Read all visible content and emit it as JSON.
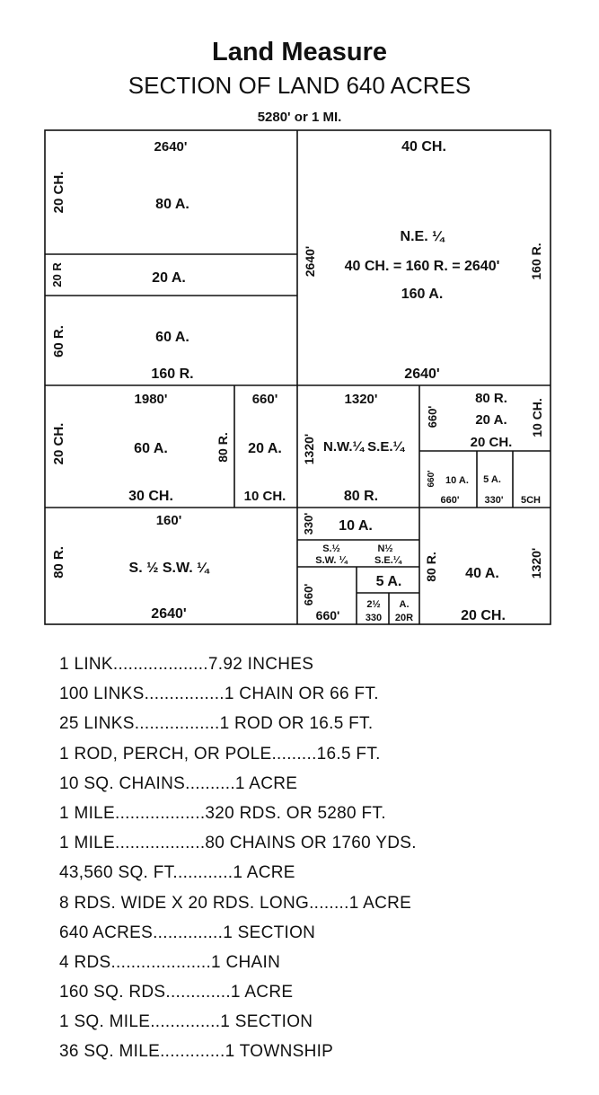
{
  "title": "Land Measure",
  "subtitle": "SECTION OF LAND 640 ACRES",
  "top_label": "5280' or 1 MI.",
  "diagram": {
    "nw_top": "2640'",
    "nw_side_20ch": "20 CH.",
    "nw_80a": "80 A.",
    "nw_20r": "20 R",
    "nw_20a": "20 A.",
    "nw_60r": "60 R.",
    "nw_60a": "60 A.",
    "nw_160r": "160 R.",
    "ne_40ch": "40 CH.",
    "ne_label": "N.E. ¼",
    "ne_eq": "40 CH. = 160 R. = 2640'",
    "ne_160a": "160 A.",
    "ne_side_left": "2640'",
    "ne_side_right": "160 R.",
    "ne_bottom": "2640'",
    "sw_1980": "1980'",
    "sw_660": "660'",
    "sw_20ch": "20 CH.",
    "sw_60a": "60 A.",
    "sw_80r": "80 R.",
    "sw_20a": "20 A.",
    "sw_30ch": "30 CH.",
    "sw_10ch": "10 CH.",
    "c_1320": "1320'",
    "c_1320_side": "1320'",
    "c_nwse": "N.W.¼ S.E.¼",
    "c_80r": "80 R.",
    "c_660_side": "660'",
    "c_80r_top": "80 R.",
    "c_20a": "20 A.",
    "c_20ch": "20 CH.",
    "c_10ch": "10 CH.",
    "c_660_small": "660'",
    "c_10a": "10 A.",
    "c_660_bottom": "660'",
    "c_5a": "5 A.",
    "c_330": "330'",
    "c_5ch": "5CH",
    "ss_160": "160'",
    "ss_80r": "80 R.",
    "ss_label": "S. ½ S.W. ¼",
    "ss_2640": "2640'",
    "m_330_side": "330'",
    "m_10a": "10 A.",
    "m_s_half": "S.½",
    "m_sw_q": "S.W. ¼",
    "m_n_half": "N½",
    "m_se_q": "S.E.¼",
    "m_660_side": "660'",
    "m_5a": "5 A.",
    "m_660_bottom": "660'",
    "m_2half": "2½",
    "m_330": "330",
    "m_a": "A.",
    "m_20r": "20R",
    "se_80r": "80 R.",
    "se_40a": "40 A.",
    "se_1320": "1320'",
    "se_20ch": "20 CH."
  },
  "measures": [
    "1 LINK...................7.92 INCHES",
    "100 LINKS................1 CHAIN OR 66 FT.",
    "25 LINKS.................1 ROD OR 16.5 FT.",
    "1 ROD, PERCH, OR POLE.........16.5 FT.",
    "10 SQ. CHAINS..........1 ACRE",
    "1 MILE..................320 RDS. OR 5280 FT.",
    "1 MILE..................80 CHAINS OR 1760 YDS.",
    "43,560 SQ. FT............1 ACRE",
    "8 RDS. WIDE X 20 RDS. LONG........1 ACRE",
    "640 ACRES..............1 SECTION",
    "4 RDS....................1 CHAIN",
    "160 SQ. RDS.............1 ACRE",
    "1 SQ. MILE..............1 SECTION",
    "36 SQ. MILE.............1 TOWNSHIP"
  ]
}
